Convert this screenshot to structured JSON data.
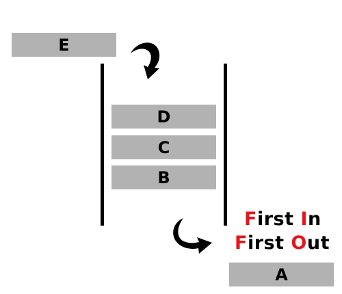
{
  "stack": {
    "incoming": "E",
    "items": [
      "D",
      "C",
      "B"
    ],
    "outgoing": "A"
  },
  "caption": {
    "line1": [
      {
        "text": "F",
        "highlight": true
      },
      {
        "text": "irst ",
        "highlight": false
      },
      {
        "text": "I",
        "highlight": true
      },
      {
        "text": "n",
        "highlight": false
      }
    ],
    "line2": [
      {
        "text": "F",
        "highlight": true
      },
      {
        "text": "irst ",
        "highlight": false
      },
      {
        "text": "O",
        "highlight": true
      },
      {
        "text": "ut",
        "highlight": false
      }
    ]
  },
  "colors": {
    "box_fill": "#b2b2b2",
    "wall": "#000000",
    "highlight": "#e8141c",
    "text": "#000000"
  },
  "icons": {
    "in_arrow": "curved-arrow-down-icon",
    "out_arrow": "curved-arrow-right-icon"
  }
}
